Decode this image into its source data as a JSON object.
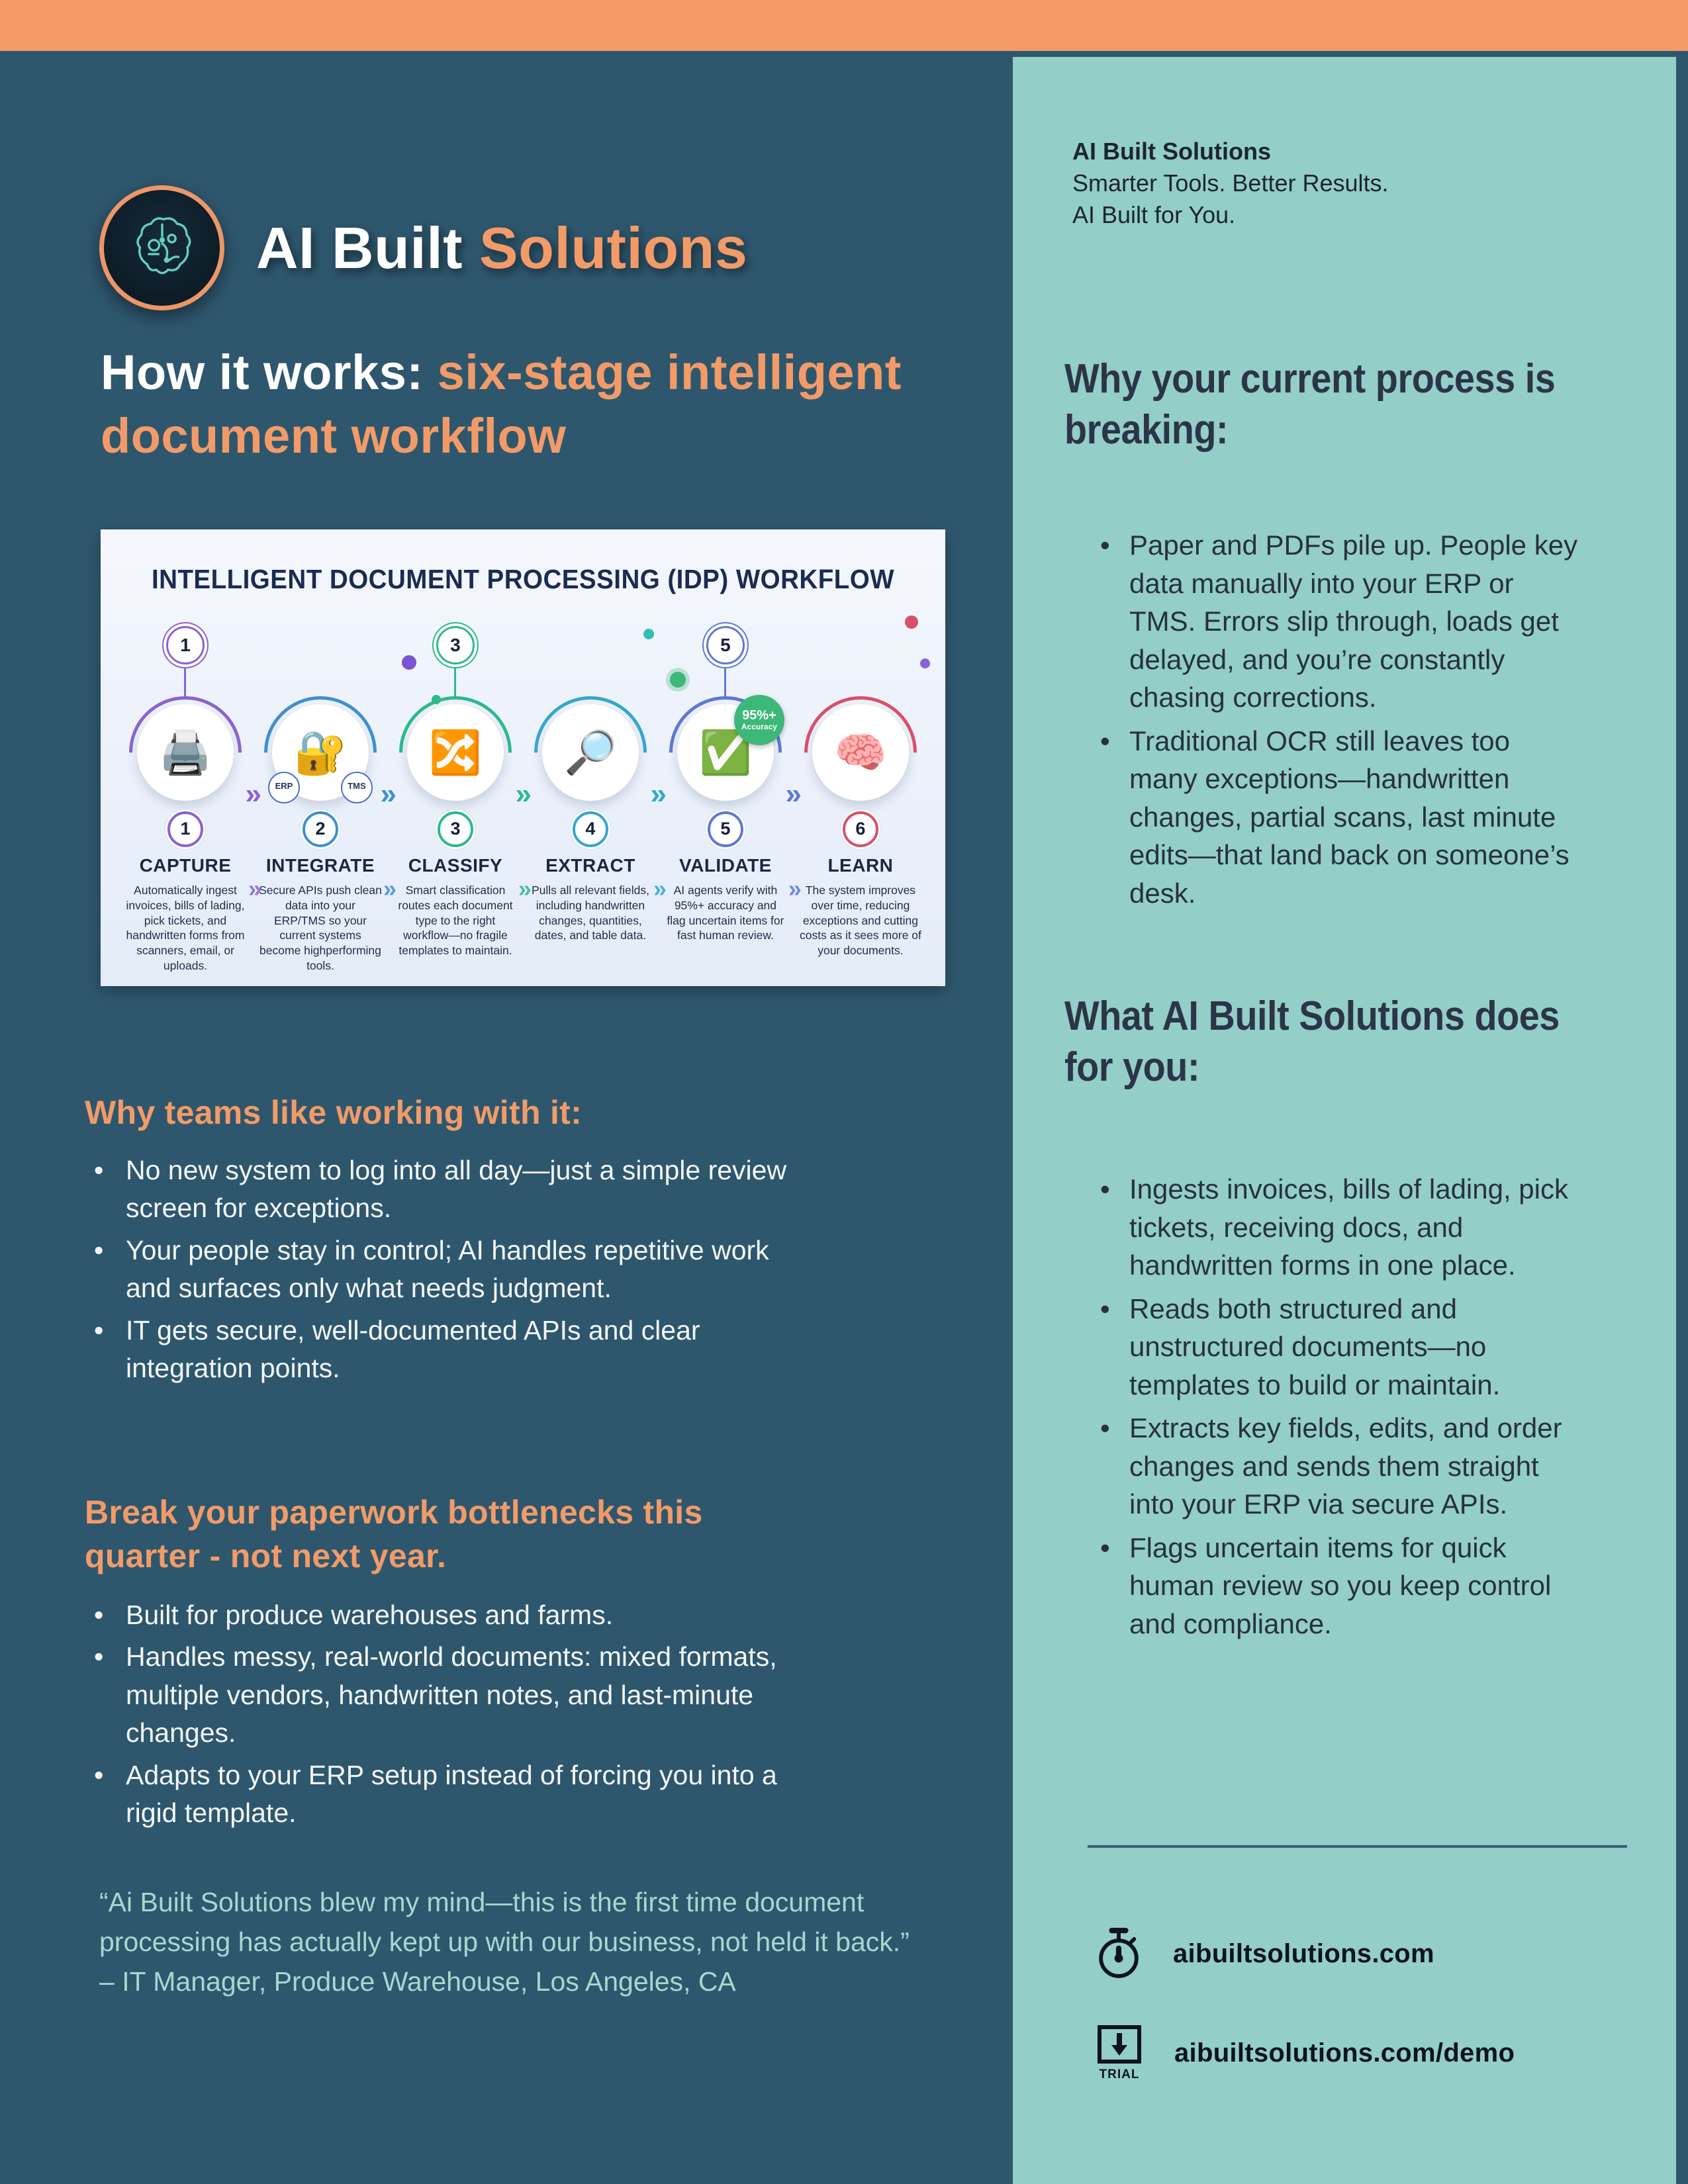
{
  "colors": {
    "accent_orange": "#F29B68",
    "left_background": "#2E576E",
    "right_background": "#93CEC7",
    "dark_text": "#2C3547",
    "quote_text": "#A9D6CF",
    "validate_badge_green": "#3CB878"
  },
  "logo": {
    "brand_a": "AI Built",
    "brand_b": "Solutions"
  },
  "left": {
    "headline": {
      "white": "How it works:",
      "orange": "six-stage intelligent document workflow"
    },
    "diagram": {
      "title": "INTELLIGENT DOCUMENT PROCESSING (IDP) WORKFLOW",
      "stages": [
        {
          "num": "1",
          "name": "CAPTURE",
          "icon": "🖨️",
          "color": "#8A63D2",
          "desc": "Automatically ingest invoices, bills of lading, pick tickets, and handwritten forms from scanners, email, or uploads."
        },
        {
          "num": "2",
          "name": "INTEGRATE",
          "icon": "🔐",
          "color": "#3E8FD0",
          "desc": "Secure APIs push clean data into your ERP/TMS so your current systems become highperforming tools.",
          "label_left": "ERP",
          "label_right": "TMS"
        },
        {
          "num": "3",
          "name": "CLASSIFY",
          "icon": "🔀",
          "color": "#2EB98D",
          "desc": "Smart classification routes each document type to the right workflow—no fragile templates to maintain."
        },
        {
          "num": "4",
          "name": "EXTRACT",
          "icon": "🔎",
          "color": "#34A7CC",
          "desc": "Pulls all relevant fields, including handwritten changes, quantities, dates, and table data."
        },
        {
          "num": "5",
          "name": "VALIDATE",
          "icon": "✅",
          "color": "#5D79D6",
          "desc": "AI agents verify with 95%+ accuracy and flag uncertain items for fast human review.",
          "badge_line1": "95%+",
          "badge_line2": "Accuracy"
        },
        {
          "num": "6",
          "name": "LEARN",
          "icon": "🧠",
          "color": "#D8506A",
          "desc": "The system improves over time, reducing exceptions and cutting costs as it sees more of your documents."
        }
      ]
    },
    "sections": [
      {
        "heading": "Why teams like working with it:",
        "bullets": [
          "No new system to log into all day—just a simple review screen for exceptions.",
          "Your people stay in control; AI handles repetitive work and surfaces only what needs judgment.",
          "IT gets secure, well-documented APIs and clear integration points."
        ]
      },
      {
        "heading": "Break your paperwork bottlenecks this quarter - not next year.",
        "bullets": [
          "Built for produce warehouses and farms.",
          "Handles messy, real-world documents: mixed formats, multiple vendors, handwritten notes, and last-minute changes.",
          "Adapts to your ERP setup instead of forcing you into a rigid template."
        ]
      }
    ],
    "quote": {
      "text": "“Ai Built Solutions blew my mind—this is the first time document processing has actually kept up with our business, not held it back.”",
      "attribution": "– IT Manager, Produce Warehouse, Los Angeles, CA"
    }
  },
  "right": {
    "brand": {
      "line1": "AI Built Solutions",
      "line2": "Smarter Tools. Better Results.",
      "line3": "AI Built for You."
    },
    "sections": [
      {
        "heading": "Why your current process is breaking:",
        "bullets": [
          "Paper and PDFs pile up. People key data manually into your ERP or TMS. Errors slip through, loads get delayed, and you’re constantly chasing corrections.",
          "Traditional OCR still leaves too many exceptions—handwritten changes, partial scans, last minute edits—that land back on someone’s desk."
        ]
      },
      {
        "heading": "What AI Built Solutions does for you:",
        "bullets": [
          "Ingests invoices, bills of lading, pick tickets, receiving docs, and handwritten forms in one place.",
          "Reads both structured and unstructured documents—no templates to build or maintain.",
          "Extracts key fields, edits, and order changes and sends them straight into your ERP via secure APIs.",
          "Flags uncertain items for quick human review so you keep control and compliance."
        ]
      }
    ],
    "links": [
      {
        "label": "aibuiltsolutions.com"
      },
      {
        "label": "aibuiltsolutions.com/demo",
        "icon_caption": "TRIAL"
      }
    ]
  }
}
